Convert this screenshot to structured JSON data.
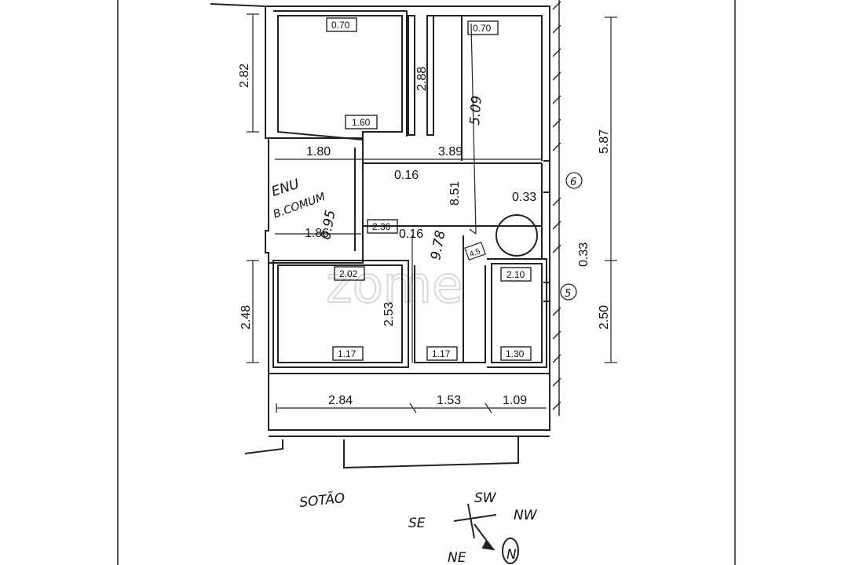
{
  "watermark": "zome",
  "room_labels": {
    "top_left": "0.70",
    "top_right": "0.70",
    "upper_left_window": "1.60",
    "hall": "2.36",
    "left_room": "2.02",
    "wc": "2.10",
    "bottom_left": "1.17",
    "bottom_mid": "1.17",
    "bottom_right": "1.30"
  },
  "dimensions": {
    "left_top_height": "2.82",
    "top_mid_height": "2.88",
    "diag_509": "5.09",
    "width_180": "1.80",
    "width_389": "3.89",
    "gap_016_a": "0.16",
    "height_851": "8.51",
    "gap_033_a": "0.33",
    "width_186": "1.86",
    "gap_016_b": "0.16",
    "hand_978": "9.78",
    "hand_095": "0.95",
    "right_total": "5.87",
    "right_033": "0.33",
    "right_250": "2.50",
    "left_bottom_height": "2.48",
    "mid_height_253": "2.53",
    "bottom_284": "2.84",
    "bottom_153": "1.53",
    "bottom_109": "1.09"
  },
  "annotations": {
    "enu": "ENU",
    "enu_sub": "B.COMUM",
    "sotao": "SOTÃO",
    "sw": "SW",
    "se": "SE",
    "nw": "NW",
    "ne": "NE",
    "north": "N",
    "marker_6": "6",
    "marker_5": "5",
    "stair_tag": "4.5"
  }
}
